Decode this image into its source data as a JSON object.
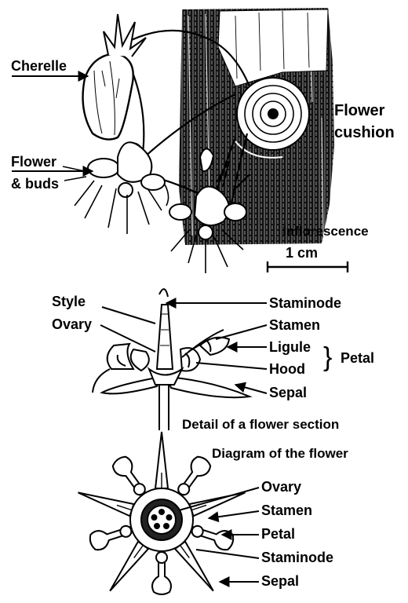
{
  "top": {
    "cherelle": "Cherelle",
    "flower_buds": [
      "Flower",
      "& buds"
    ],
    "flower_cushion": [
      "Flower",
      "cushion"
    ],
    "inflorescence": "Inflorescence",
    "scale": "1 cm"
  },
  "section": {
    "style": "Style",
    "ovary": "Ovary",
    "staminode": "Staminode",
    "stamen": "Stamen",
    "ligule": "Ligule",
    "hood": "Hood",
    "petal_group": "Petal",
    "brace": "}",
    "sepal": "Sepal",
    "caption": "Detail of a flower section"
  },
  "diagram": {
    "caption": "Diagram of the flower",
    "labels": [
      "Ovary",
      "Stamen",
      "Petal",
      "Staminode",
      "Sepal"
    ]
  },
  "colors": {
    "ink": "#000000",
    "paper": "#ffffff"
  }
}
